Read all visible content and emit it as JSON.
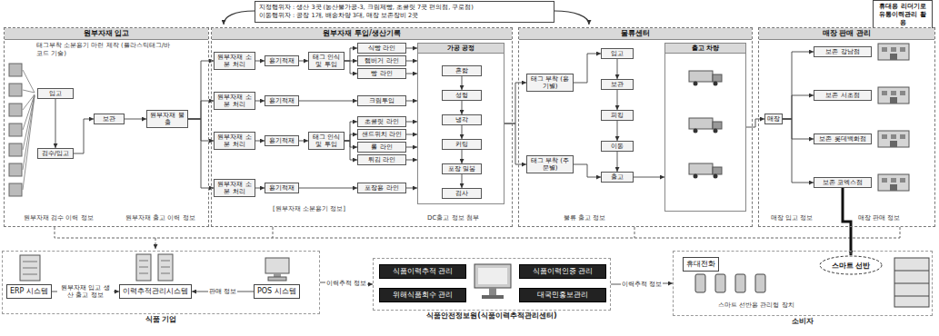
{
  "diagram": {
    "nodes": [
      {
        "text": [
          "지정행위자 : 생산 3곳 (농산물가공-3, 크림제빵, 초콜릿 7곳 편의점, 구로점)",
          "이동행위자 : 공장 1개, 배송차량 3대, 매장 보존장비 2곳"
        ]
      },
      {
        "text": [
          "휴대용 리더기로 유통이력관리 활용"
        ]
      },
      {
        "text": [
          "원부자재 입고"
        ]
      },
      {
        "text": [
          "입고"
        ],
        "in": 2
      },
      {
        "text": [
          "검수/입고"
        ],
        "in": 2
      },
      {
        "text": [
          "보관"
        ],
        "in": 2
      },
      {
        "text": [
          "원부자재 불출"
        ],
        "in": 2
      },
      {
        "text": [
          "원부자재 투입/생산기록"
        ]
      },
      {
        "text": [
          "원부자재 소분 처리"
        ],
        "in": 7
      },
      {
        "text": [
          "용기적재"
        ],
        "in": 7
      },
      {
        "text": [
          "태그 인식 및 투입"
        ],
        "in": 7
      },
      {
        "text": [
          "식빵 라인"
        ],
        "in": 7
      },
      {
        "text": [
          "햄버거 라인"
        ],
        "in": 7
      },
      {
        "text": [
          "빵 라인"
        ],
        "in": 7
      },
      {
        "text": [
          "원부자재 소분 처리"
        ],
        "in": 7
      },
      {
        "text": [
          "용기적재"
        ],
        "in": 7
      },
      {
        "text": [
          "크림투입"
        ],
        "in": 7
      },
      {
        "text": [
          "원부자재 소분 처리"
        ],
        "in": 7
      },
      {
        "text": [
          "용기적재"
        ],
        "in": 7
      },
      {
        "text": [
          "태그 인식 및 투입"
        ],
        "in": 7
      },
      {
        "text": [
          "초콜릿 라인"
        ],
        "in": 7
      },
      {
        "text": [
          "샌드위치 라인"
        ],
        "in": 7
      },
      {
        "text": [
          "롤 라인"
        ],
        "in": 7
      },
      {
        "text": [
          "튀김 라인"
        ],
        "in": 7
      },
      {
        "text": [
          "원부자재 소분 처리"
        ],
        "in": 7
      },
      {
        "text": [
          "용기적재"
        ],
        "in": 7
      },
      {
        "text": [
          "포장용 라인"
        ],
        "in": 7
      },
      {
        "text": [
          "가공 공정"
        ],
        "in": 7
      },
      {
        "text": [
          "혼합"
        ],
        "in": 27
      },
      {
        "text": [
          "성형"
        ],
        "in": 27
      },
      {
        "text": [
          "냉각"
        ],
        "in": 27
      },
      {
        "text": [
          "커팅"
        ],
        "in": 27
      },
      {
        "text": [
          "포장 밀봉"
        ],
        "in": 27
      },
      {
        "text": [
          "검사"
        ],
        "in": 27
      },
      {
        "text": [
          "물류센터"
        ]
      },
      {
        "text": [
          "태그 부착 (용기별)"
        ],
        "in": 34
      },
      {
        "text": [
          "태그 부착 (주문별)"
        ],
        "in": 34
      },
      {
        "text": [
          "입고"
        ],
        "in": 34
      },
      {
        "text": [
          "보관"
        ],
        "in": 34
      },
      {
        "text": [
          "피킹"
        ],
        "in": 34
      },
      {
        "text": [
          "이동"
        ],
        "in": 34
      },
      {
        "text": [
          "출고"
        ],
        "in": 34
      },
      {
        "text": [
          "출고 차량"
        ],
        "in": 34
      },
      {
        "text": [
          "매장 판매 관리"
        ]
      },
      {
        "text": [
          "매장"
        ],
        "in": 43
      },
      {
        "text": [
          "보존 강남점"
        ],
        "in": 43
      },
      {
        "text": [
          "보존 서초점"
        ],
        "in": 43
      },
      {
        "text": [
          "보존 롯데백화점"
        ],
        "in": 43
      },
      {
        "text": [
          "보존 코엑스점"
        ],
        "in": 43
      },
      {
        "text": [
          "식품 기업"
        ]
      },
      {
        "text": [
          "ERP 시스템"
        ],
        "in": 49
      },
      {
        "text": [
          "이력추적관리시스템"
        ],
        "in": 49
      },
      {
        "text": [
          "POS 시스템"
        ],
        "in": 49
      },
      {
        "text": [
          "식품안전정보원(식품이력추적관리센터)"
        ]
      },
      {
        "text": [
          "식품이력추적 관리"
        ],
        "in": 53
      },
      {
        "text": [
          "식품이력인증 관리"
        ],
        "in": 53
      },
      {
        "text": [
          "위해식품회수 관리"
        ],
        "in": 53
      },
      {
        "text": [
          "대국민홍보관리"
        ],
        "in": 53
      },
      {
        "text": [
          "소비자"
        ]
      },
      {
        "text": [
          "휴대전화"
        ],
        "in": 58
      },
      {
        "text": [
          "스마트 선반"
        ],
        "in": 58
      }
    ],
    "edges": [
      {
        "from": 3,
        "to": 4,
        "arrow": "to"
      },
      {
        "from": 4,
        "to": 5,
        "arrow": "to"
      },
      {
        "from": 5,
        "to": 6,
        "arrow": "to"
      },
      {
        "from": 6,
        "to": 8,
        "arrow": "to"
      },
      {
        "from": 6,
        "to": 14,
        "arrow": "to"
      },
      {
        "from": 6,
        "to": 17,
        "arrow": "to"
      },
      {
        "from": 6,
        "to": 24,
        "arrow": "to"
      },
      {
        "from": 8,
        "to": 9,
        "arrow": "to"
      },
      {
        "from": 9,
        "to": 10,
        "arrow": "to"
      },
      {
        "from": 10,
        "to": 11,
        "arrow": "to"
      },
      {
        "from": 10,
        "to": 12,
        "arrow": "to"
      },
      {
        "from": 10,
        "to": 13,
        "arrow": "to"
      },
      {
        "from": 14,
        "to": 15,
        "arrow": "to"
      },
      {
        "from": 15,
        "to": 16,
        "arrow": "to"
      },
      {
        "from": 17,
        "to": 18,
        "arrow": "to"
      },
      {
        "from": 18,
        "to": 19,
        "arrow": "to"
      },
      {
        "from": 19,
        "to": 20,
        "arrow": "to"
      },
      {
        "from": 19,
        "to": 21,
        "arrow": "to"
      },
      {
        "from": 19,
        "to": 22,
        "arrow": "to"
      },
      {
        "from": 19,
        "to": 23,
        "arrow": "to"
      },
      {
        "from": 24,
        "to": 25,
        "arrow": "to"
      },
      {
        "from": 25,
        "to": 26,
        "arrow": "to"
      },
      {
        "from": 11,
        "to": 27,
        "arrow": "to"
      },
      {
        "from": 12,
        "to": 27,
        "arrow": "to"
      },
      {
        "from": 13,
        "to": 27,
        "arrow": "to"
      },
      {
        "from": 16,
        "to": 27,
        "arrow": "to"
      },
      {
        "from": 20,
        "to": 27,
        "arrow": "to"
      },
      {
        "from": 21,
        "to": 27,
        "arrow": "to"
      },
      {
        "from": 22,
        "to": 27,
        "arrow": "to"
      },
      {
        "from": 23,
        "to": 27,
        "arrow": "to"
      },
      {
        "from": 26,
        "to": 27,
        "arrow": "to"
      },
      {
        "from": 28,
        "to": 29,
        "arrow": "to"
      },
      {
        "from": 29,
        "to": 30,
        "arrow": "to"
      },
      {
        "from": 30,
        "to": 31,
        "arrow": "to"
      },
      {
        "from": 31,
        "to": 32,
        "arrow": "to"
      },
      {
        "from": 32,
        "to": 33,
        "arrow": "to"
      },
      {
        "from": 27,
        "to": 35,
        "arrow": "to"
      },
      {
        "from": 27,
        "to": 36,
        "arrow": "to"
      },
      {
        "from": 35,
        "to": 37,
        "arrow": "to"
      },
      {
        "from": 37,
        "to": 38,
        "arrow": "to"
      },
      {
        "from": 38,
        "to": 39,
        "arrow": "to"
      },
      {
        "from": 39,
        "to": 40,
        "arrow": "to"
      },
      {
        "from": 40,
        "to": 41,
        "arrow": "to"
      },
      {
        "from": 36,
        "to": 41,
        "arrow": "to"
      },
      {
        "from": 41,
        "to": 42,
        "arrow": "to"
      },
      {
        "from": 42,
        "to": 44,
        "arrow": "to"
      },
      {
        "from": 44,
        "to": 45,
        "arrow": "to"
      },
      {
        "from": 44,
        "to": 46,
        "arrow": "to"
      },
      {
        "from": 44,
        "to": 47,
        "arrow": "to"
      },
      {
        "from": 44,
        "to": 48,
        "arrow": "to"
      },
      {
        "from": 50,
        "to": 51,
        "label": "원부자재 입고 생산 출고 정보",
        "arrow": "to"
      },
      {
        "from": 52,
        "to": 51,
        "label": "판매 정보",
        "arrow": "to"
      },
      {
        "from": 49,
        "to": 53,
        "label": "이력추적 정보",
        "arrow": "to"
      },
      {
        "from": 53,
        "to": 58,
        "label": "이력추적 정보",
        "arrow": "to"
      },
      {
        "from": 48,
        "to": 60,
        "arrow": "to"
      }
    ],
    "labels": [
      "태그부착 소분용기 마련 제작 (플라스틱태그/바코드 기술)",
      "원부자재 검수 이력 정보",
      "원부자재 출고 이력 정보",
      "[원부자재 소분용기 정보]",
      "DC출고 정보 첨부",
      "물류 출고 정보",
      "매장 입고 정보",
      "매장 판매 정보",
      "스마트 선반용 관리형 장치"
    ]
  }
}
